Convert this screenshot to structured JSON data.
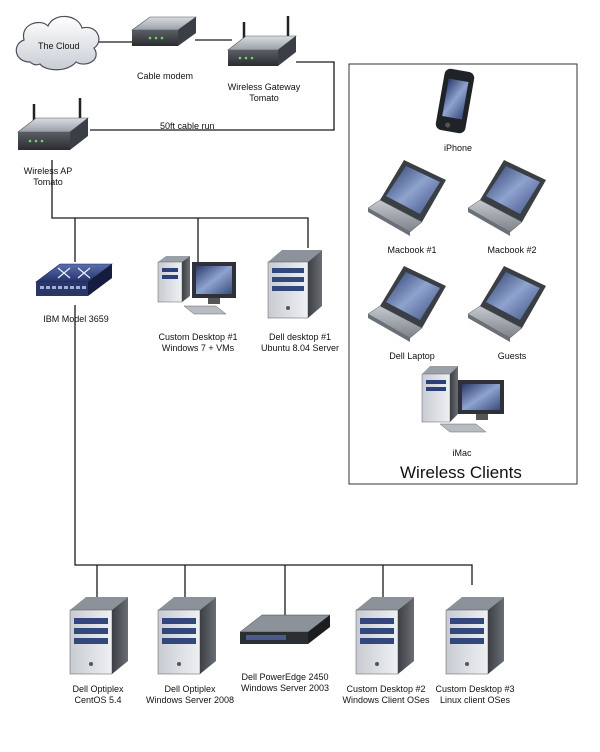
{
  "cloud": {
    "label": "The Cloud"
  },
  "devices": {
    "cable_modem": "Cable modem",
    "wireless_gateway": "Wireless Gateway\nTomato",
    "wireless_ap": "Wireless AP\nTomato",
    "ibm_switch": "IBM Model 3659",
    "custom_desktop_1": "Custom Desktop #1\nWindows 7 + VMs",
    "dell_desktop_1": "Dell desktop #1\nUbuntu 8.04 Server",
    "optiplex_centos": "Dell Optiplex\nCentOS 5.4",
    "optiplex_win2008": "Dell Optiplex\nWindows Server 2008",
    "poweredge": "Dell PowerEdge 2450\nWindows Server 2003",
    "custom_desktop_2": "Custom Desktop #2\nWindows Client OSes",
    "custom_desktop_3": "Custom Desktop #3\nLinux client OSes"
  },
  "cable_run": {
    "label": "50ft cable run"
  },
  "wireless_clients": {
    "title": "Wireless Clients",
    "iphone": "iPhone",
    "macbook_1": "Macbook #1",
    "macbook_2": "Macbook #2",
    "dell_laptop": "Dell Laptop",
    "guests": "Guests",
    "imac": "iMac"
  }
}
